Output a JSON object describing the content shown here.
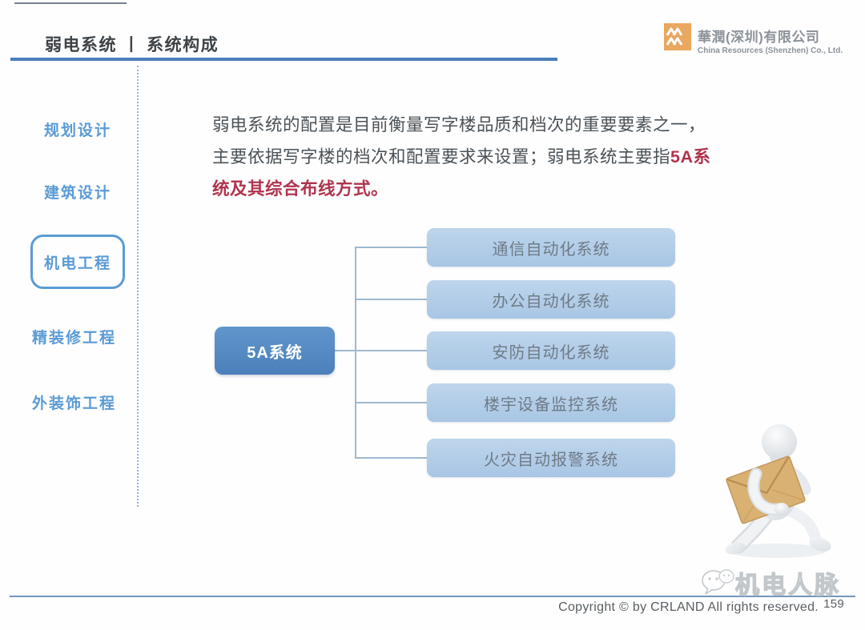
{
  "header": {
    "title": "弱电系统 丨 系统构成",
    "logo": {
      "icon": "china-resources-logo",
      "icon_color": "#E9A75F",
      "company_cn": "華潤(深圳)有限公司",
      "company_en": "China Resources (Shenzhen) Co., Ltd."
    }
  },
  "sidebar": {
    "accent_color": "#5B9BD5",
    "items": [
      {
        "label": "规划设计",
        "active": false
      },
      {
        "label": "建筑设计",
        "active": false
      },
      {
        "label": "机电工程",
        "active": true
      },
      {
        "label": "精装修工程",
        "active": false
      },
      {
        "label": "外装饰工程",
        "active": false
      }
    ]
  },
  "intro": {
    "line1": "弱电系统的配置是目前衡量写字楼品质和档次的重要要素之一，",
    "line2_plain": "主要依据写字楼的档次和配置要求来设置；弱电系统主要指",
    "line2_highlight": "5A系",
    "line3_highlight": "统及其综合布线方式。",
    "highlight_color": "#B0344E"
  },
  "diagram": {
    "root": {
      "label": "5A系统",
      "color": "#4E86C0"
    },
    "child_color": "#B3CCE8",
    "connector_color": "#9FB9CF",
    "children": [
      {
        "label": "通信自动化系统"
      },
      {
        "label": "办公自动化系统"
      },
      {
        "label": "安防自动化系统"
      },
      {
        "label": "楼宇设备监控系统"
      },
      {
        "label": "火灾自动报警系统"
      }
    ]
  },
  "illustration": {
    "name": "figure-carrying-envelope"
  },
  "footer": {
    "watermark": "机电人脉",
    "copyright": "Copyright © by CRLAND All rights reserved.",
    "page_number": "159"
  }
}
